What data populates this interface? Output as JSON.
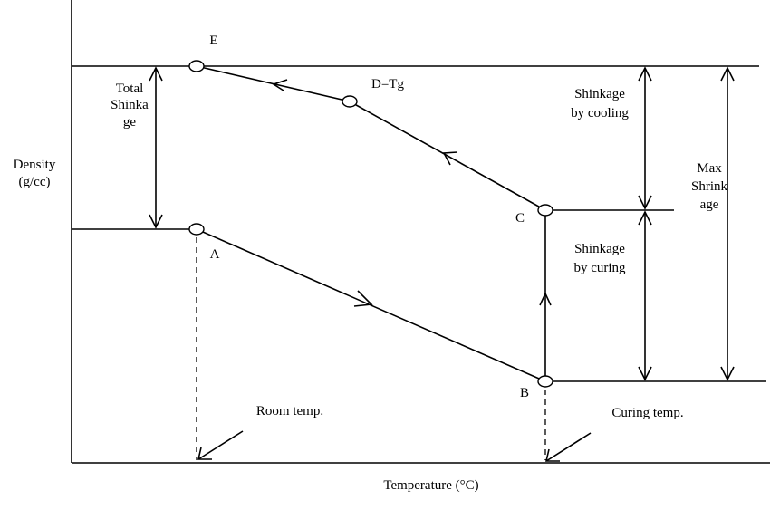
{
  "diagram": {
    "axis": {
      "y_label_line1": "Density",
      "y_label_line2": "(g/cc)",
      "x_label": "Temperature (°C)"
    },
    "points": {
      "A": "A",
      "B": "B",
      "C": "C",
      "D": "D=Tg",
      "E": "E"
    },
    "labels": {
      "total_shrinkage": [
        "Total",
        "Shinka",
        "ge"
      ],
      "shrinkage_by_cooling": [
        "Shinkage",
        "by cooling"
      ],
      "shrinkage_by_curing": [
        "Shinkage",
        "by curing"
      ],
      "max_shrinkage": [
        "Max",
        "Shrink",
        "age"
      ],
      "room_temp": "Room temp.",
      "curing_temp": "Curing temp."
    }
  }
}
